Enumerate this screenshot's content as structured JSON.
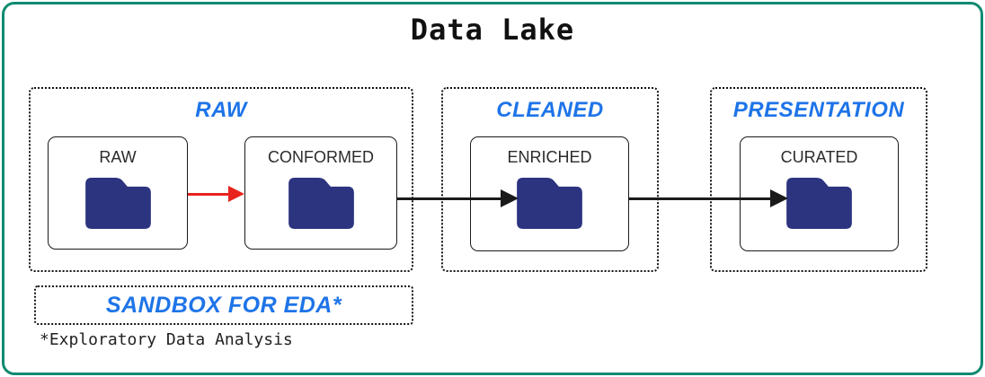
{
  "title": "Data Lake",
  "colors": {
    "border_teal": "#0E8A70",
    "label_blue": "#1E74E8",
    "folder_navy": "#2C3480",
    "arrow_red": "#E8231E",
    "arrow_black": "#1A1A1A"
  },
  "groups": [
    {
      "label": "RAW",
      "boxes": [
        {
          "label": "RAW",
          "icon": "folder-icon"
        },
        {
          "label": "CONFORMED",
          "icon": "folder-icon"
        }
      ]
    },
    {
      "label": "CLEANED",
      "boxes": [
        {
          "label": "ENRICHED",
          "icon": "folder-icon"
        }
      ]
    },
    {
      "label": "PRESENTATION",
      "boxes": [
        {
          "label": "CURATED",
          "icon": "folder-icon"
        }
      ]
    }
  ],
  "arrows": [
    {
      "from": "RAW",
      "to": "CONFORMED",
      "color": "red"
    },
    {
      "from": "CONFORMED",
      "to": "ENRICHED",
      "color": "black"
    },
    {
      "from": "ENRICHED",
      "to": "CURATED",
      "color": "black"
    }
  ],
  "sandbox": {
    "label": "SANDBOX FOR EDA*"
  },
  "footnote": "*Exploratory Data Analysis"
}
